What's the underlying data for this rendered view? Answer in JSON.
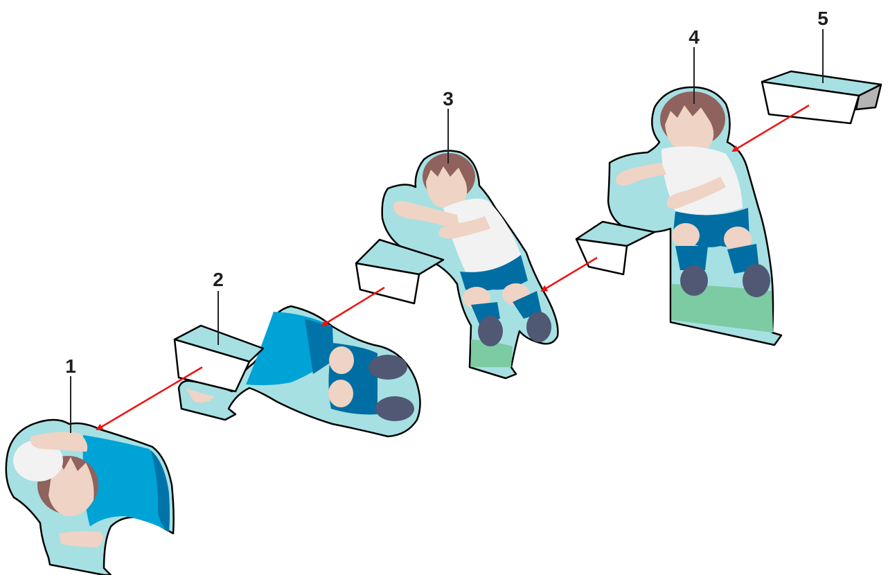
{
  "steps": [
    {
      "number": "1"
    },
    {
      "number": "2"
    },
    {
      "number": "3"
    },
    {
      "number": "4"
    },
    {
      "number": "5"
    }
  ],
  "colors": {
    "card_fill": "#a6e0e3",
    "card_outline": "#000000",
    "hair": "#8f625d",
    "skin": "#efd3c4",
    "shirt_white": "#f2f2f2",
    "shirt_blue": "#00a3d6",
    "shirt_blue_dark": "#0074a8",
    "shorts": "#006ea3",
    "shoes": "#515873",
    "grass": "#7ccba3",
    "tab_shadow": "#b4b4b4",
    "arrow": "#ee1111"
  },
  "icons": {
    "figure": "soccer-boy-cutout",
    "stand": "folding-stand-tab",
    "arrow": "red-arrow-icon"
  }
}
